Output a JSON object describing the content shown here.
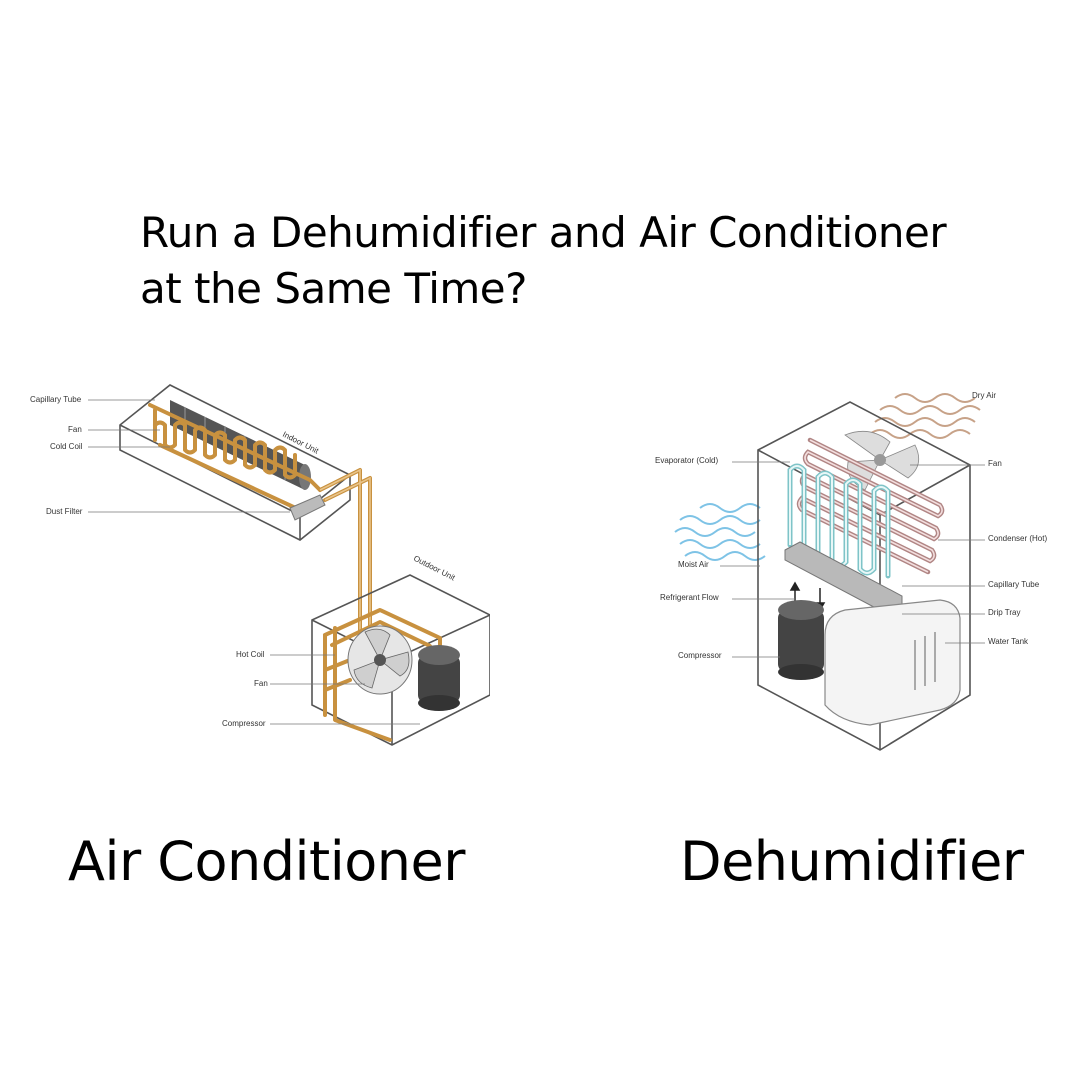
{
  "title": {
    "line1": "Run a Dehumidifier and Air Conditioner",
    "line2": "at the Same Time?"
  },
  "air_conditioner": {
    "caption": "Air Conditioner",
    "labels": {
      "capillary_tube": "Capillary Tube",
      "fan_indoor": "Fan",
      "cold_coil": "Cold Coil",
      "dust_filter": "Dust Filter",
      "indoor_unit": "Indoor Unit",
      "outdoor_unit": "Outdoor Unit",
      "hot_coil": "Hot Coil",
      "fan_outdoor": "Fan",
      "compressor": "Compressor"
    }
  },
  "dehumidifier": {
    "caption": "Dehumidifier",
    "labels": {
      "dry_air": "Dry Air",
      "evaporator": "Evaporator (Cold)",
      "fan": "Fan",
      "condenser": "Condenser (Hot)",
      "moist_air": "Moist Air",
      "capillary_tube": "Capillary Tube",
      "refrigerant_flow": "Refrigerant Flow",
      "drip_tray": "Drip Tray",
      "water_tank": "Water Tank",
      "compressor": "Compressor"
    }
  },
  "colors": {
    "text": "#000000",
    "copper_pipe": "#c8913f",
    "cold_coil": "#7fc4c8",
    "hot_coil": "#b08584",
    "moist_air": "#7ec3e6",
    "dry_air": "#c7a288"
  }
}
